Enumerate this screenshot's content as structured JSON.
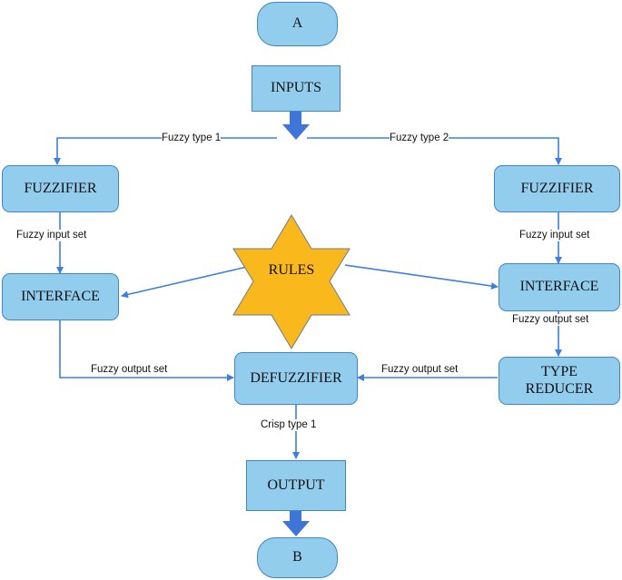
{
  "nodes": {
    "start": "A",
    "inputs": "INPUTS",
    "left_fuzzifier": "FUZZIFIER",
    "right_fuzzifier": "FUZZIFIER",
    "left_interface": "INTERFACE",
    "right_interface": "INTERFACE",
    "rules": "RULES",
    "defuzzifier": "DEFUZZIFIER",
    "type_reducer_line1": "TYPE",
    "type_reducer_line2": "REDUCER",
    "output": "OUTPUT",
    "end": "B"
  },
  "edge_labels": {
    "fuzzy_type_1": "Fuzzy type 1",
    "fuzzy_type_2": "Fuzzy type 2",
    "left_fuzzy_input_set": "Fuzzy input set",
    "right_fuzzy_input_set": "Fuzzy input set",
    "right_fuzzy_output_set_top": "Fuzzy output set",
    "left_fuzzy_output_set": "Fuzzy output set",
    "right_fuzzy_output_set_bottom": "Fuzzy output set",
    "crisp_type_1": "Crisp type 1"
  },
  "colors": {
    "box_fill": "#93cdee",
    "box_border": "#3f86c4",
    "connector": "#3d7fe0",
    "star_fill": "#f9b81c",
    "star_border": "#6f7a8a"
  }
}
